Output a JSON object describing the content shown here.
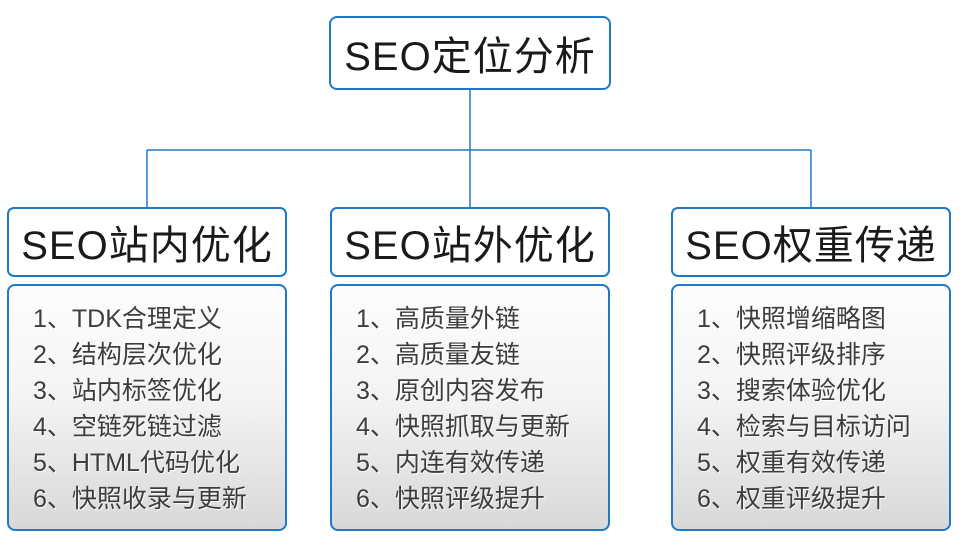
{
  "diagram": {
    "root_label": "SEO定位分析",
    "branches": [
      {
        "title": "SEO站内优化",
        "items": [
          "1、TDK合理定义",
          "2、结构层次优化",
          "3、站内标签优化",
          "4、空链死链过滤",
          "5、HTML代码优化",
          "6、快照收录与更新"
        ]
      },
      {
        "title": "SEO站外优化",
        "items": [
          "1、高质量外链",
          "2、高质量友链",
          "3、原创内容发布",
          "4、快照抓取与更新",
          "5、内连有效传递",
          "6、快照评级提升"
        ]
      },
      {
        "title": "SEO权重传递",
        "items": [
          "1、快照增缩略图",
          "2、快照评级排序",
          "3、搜索体验优化",
          "4、检索与目标访问",
          "5、权重有效传递",
          "6、权重评级提升"
        ]
      }
    ],
    "colors": {
      "accent_blue": "#1f78c8",
      "header_text": "#1a1a1a",
      "item_text": "#3d3d3d",
      "list_gradient_bottom": "#d8d8d8"
    }
  }
}
